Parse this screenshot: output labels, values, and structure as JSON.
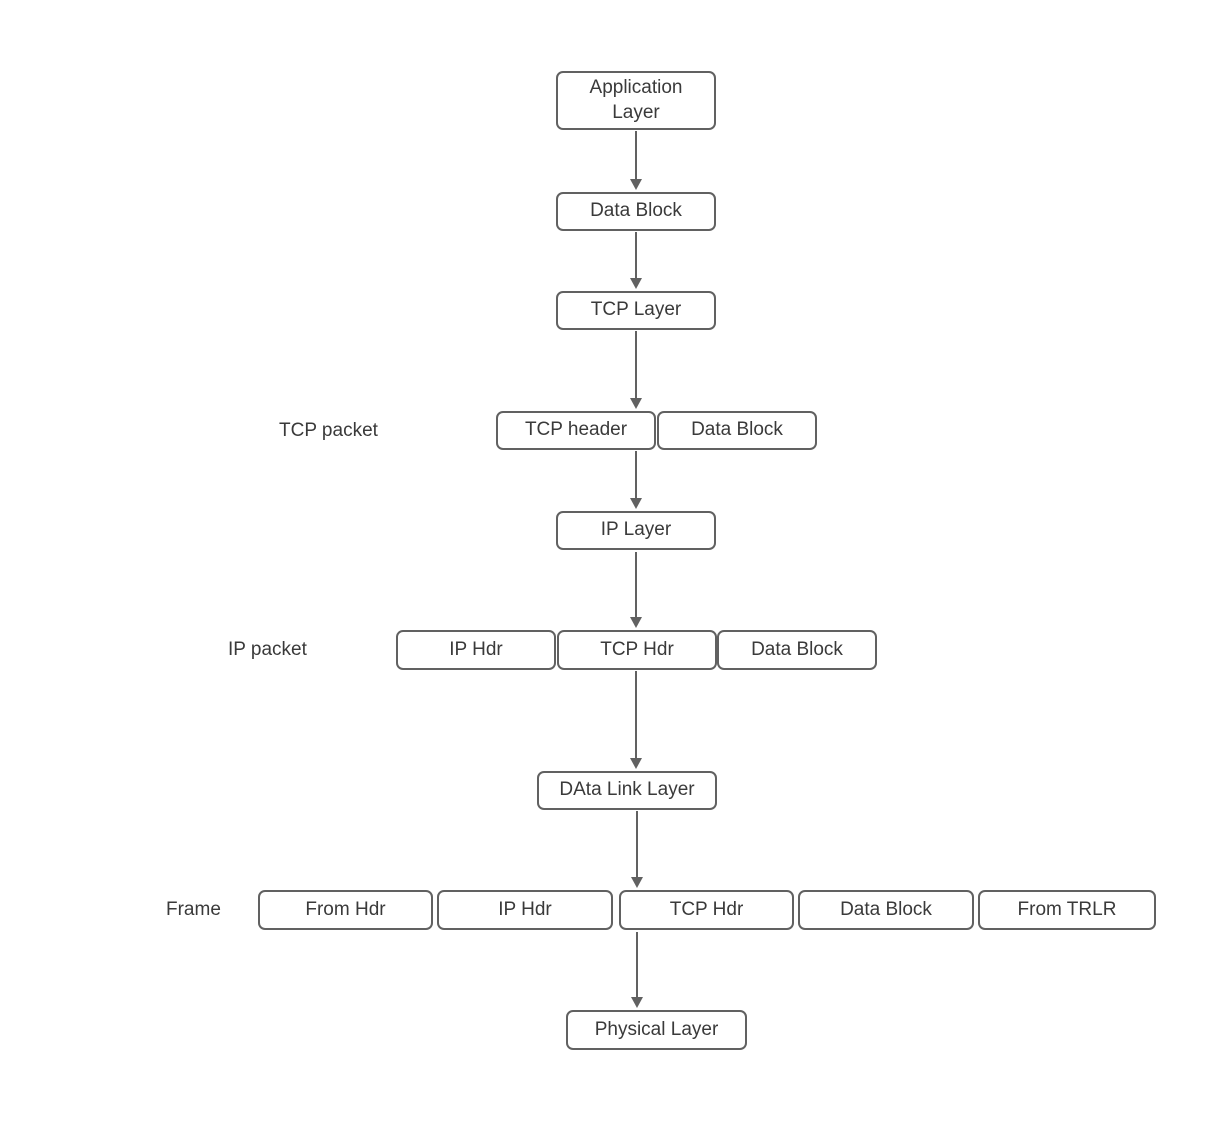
{
  "colors": {
    "node_border": "#616161",
    "node_fill": "#ffffff",
    "text": "#3a3a3a",
    "arrow": "#616161",
    "background": "#ffffff"
  },
  "nodes": {
    "application_layer": "Application Layer",
    "data_block_top": "Data Block",
    "tcp_layer": "TCP Layer",
    "tcp_header": "TCP header",
    "tcp_packet_data_block": "Data Block",
    "ip_layer": "IP Layer",
    "ip_hdr": "IP Hdr",
    "tcp_hdr": "TCP Hdr",
    "ip_packet_data_block": "Data Block",
    "data_link_layer": "DAta Link Layer",
    "frame_from_hdr": "From Hdr",
    "frame_ip_hdr": "IP Hdr",
    "frame_tcp_hdr": "TCP Hdr",
    "frame_data_block": "Data Block",
    "frame_from_trlr": "From TRLR",
    "physical_layer": "Physical Layer"
  },
  "row_labels": {
    "tcp_packet": "TCP packet",
    "ip_packet": "IP packet",
    "frame": "Frame"
  }
}
